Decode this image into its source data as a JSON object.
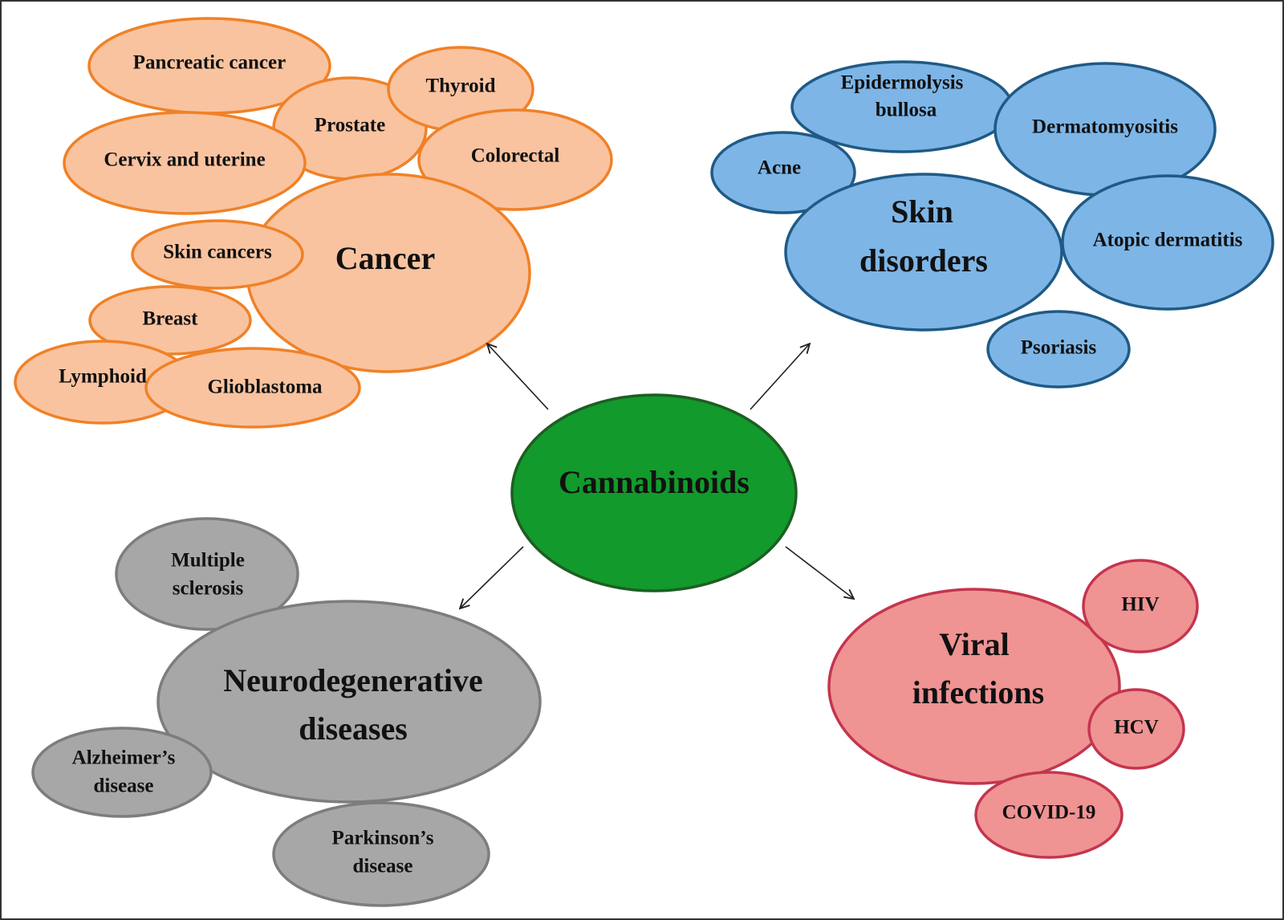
{
  "center": {
    "label": "Cannabinoids"
  },
  "cancer": {
    "hub": "Cancer",
    "pancreatic": "Pancreatic cancer",
    "thyroid": "Thyroid",
    "prostate": "Prostate",
    "colorectal": "Colorectal",
    "cervix": "Cervix and uterine",
    "skin": "Skin cancers",
    "breast": "Breast",
    "lymphoid": "Lymphoid",
    "glioblastoma": "Glioblastoma"
  },
  "skin": {
    "hub_line1": "Skin",
    "hub_line2": "disorders",
    "eb_line1": "Epidermolysis",
    "eb_line2": "bullosa",
    "dermatomyositis": "Dermatomyositis",
    "acne": "Acne",
    "atopic": "Atopic dermatitis",
    "psoriasis": "Psoriasis"
  },
  "neuro": {
    "hub_line1": "Neurodegenerative",
    "hub_line2": "diseases",
    "ms_line1": "Multiple",
    "ms_line2": "sclerosis",
    "alz_line1": "Alzheimer’s",
    "alz_line2": "disease",
    "park_line1": "Parkinson’s",
    "park_line2": "disease"
  },
  "viral": {
    "hub_line1": "Viral",
    "hub_line2": "infections",
    "hiv": "HIV",
    "hcv": "HCV",
    "covid": "COVID-19"
  },
  "colors": {
    "cancer_fill": "#f9c3a0",
    "cancer_stroke": "#f08126",
    "skin_fill": "#7db5e6",
    "skin_stroke": "#1f5a85",
    "neuro_fill": "#a7a7a7",
    "neuro_stroke": "#7d7d7d",
    "viral_fill": "#ef9393",
    "viral_stroke": "#c4354e",
    "center_fill": "#129a2c",
    "center_stroke": "#1d5e22"
  }
}
